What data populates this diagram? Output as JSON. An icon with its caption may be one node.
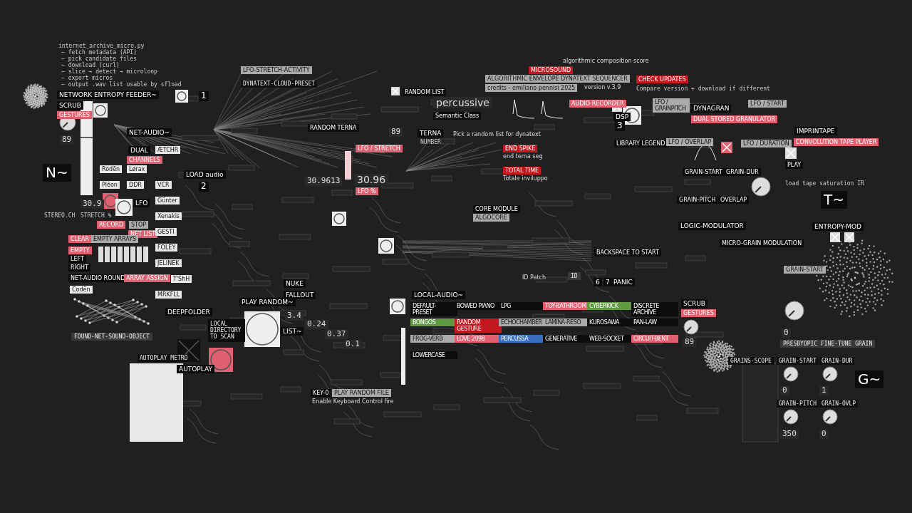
{
  "diagram": {
    "labels": [
      "internet_archive_micro.py",
      "— fetch metadata (API)",
      "— pick candidate files",
      "— download (curl)",
      "— slice → detect → microloop",
      "— export micros",
      "— output .wav list usable by sfload",
      "NETWORK ENTROPY FEEDER~",
      "SCRUB",
      "GESTURES",
      "89",
      "NET-AUDIO~",
      "DUAL",
      "CHANNELS",
      "ÆTCHR",
      "N~",
      "Rodēn",
      "Lørax",
      "Plēon",
      "DDR",
      "VCR",
      "Günter",
      "30.9",
      "STEREO.CH",
      "STRETCH %",
      "RECORD",
      "STOP",
      "LFO",
      "Xenakis",
      "NET LIST",
      "GESTI",
      "CLEAR",
      "EMPTY ARRAYS",
      "FOLEY",
      "EMPTY",
      "LEFT",
      "RIGHT",
      "JELINEK",
      "NET-AUDIO ROUND",
      "ARRAY ASSIGN",
      "T'ShH",
      "Codēn",
      "MRKFLL",
      "FOUND-NET-SOUND-OBJECT",
      "AUTOPLAY METRO",
      "LFO-STRETCH-ACTIVITY",
      "DYNATEXT-CLOUD-PRESET",
      "1",
      "RANDOM TERNA",
      "LFO / STRETCH",
      "LOAD audio",
      "2",
      "30.9613",
      "30.96",
      "LFO %",
      "NUKE",
      "FALLOUT",
      "PLAY RANDOM~",
      "DEEPFOLDER",
      "LOCAL DIRECTORY TO SCAN",
      "LIST~",
      "3.4",
      "0.24",
      "0.37",
      "0.1",
      "AUTOPLAY",
      "KEY-0",
      "PLAY RANDOM FILE",
      "Enable Keyboard Control fire",
      "MICROSOUND",
      "ALGORITHMIC ENVELOPE DYNATEXT SEQUENCER",
      "credits - emiliano pennisi 2025",
      "version v.3.9",
      "algorithmic composition score",
      "RANDOM LIST",
      "percussive",
      "Semantic Class",
      "AUDIO RECORDER",
      "89",
      "TERNA",
      "NUMBER",
      "Pick a random list for dynatext",
      "END SPIKE",
      "end terna seg",
      "TOTAL TIME",
      "Totale inviluppo",
      "CORE MODULE",
      "ALGOCORE",
      "ID Patch",
      "ID",
      "BACKSPACE TO START",
      "6",
      "7",
      "PANIC",
      "LOCAL-AUDIO~",
      "DEFAULT-PRESET",
      "BOWED PIANO",
      "LPG",
      "TOY-BATHROOM",
      "CYBERKICK",
      "DISCRETE ARCHIVE",
      "BONGOS",
      "RANDOM GESTURE",
      "ECHOCHAMBER",
      "LAMINA-RESO",
      "KUROSAWA",
      "PAN-LAW",
      "FROG-VERB",
      "LOVE 2098",
      "PERCUSSA",
      "GENERATIVE",
      "WEB-SOCKET",
      "CIRCUIT-BENT",
      "LOWERCASE",
      "CHECK UPDATES",
      "Compare version + download if different",
      "DSP",
      "3",
      "LIBRARY LEGEND",
      "LFO / GRAINPITCH",
      "DYNAGRAN",
      "DUAL STORED GRANULATOR",
      "LFO / START",
      "LFO / OVERLAP",
      "LFO / DURATION",
      "IMPRINTAPE",
      "CONVOLUTION TAPE PLAYER",
      "PLAY",
      "load tape saturation IR",
      "T~",
      "GRAIN-START",
      "GRAIN-DUR",
      "GRAIN-PITCH",
      "OVERLAP",
      "LOGIC-MODULATOR",
      "ENTROPY-MOD",
      "MICRO-GRAIN MODULATION",
      "GRAIN-START",
      "SCRUB",
      "GESTURES",
      "89",
      "0",
      "PRESBYOPIC FINE-TUNE GRAIN",
      "GRAINS-SCOPE",
      "GRAIN-START",
      "GRAIN-DUR",
      "G~",
      "0",
      "1",
      "GRAIN-PITCH",
      "GRAIN-OVLP",
      "350",
      "0"
    ]
  }
}
